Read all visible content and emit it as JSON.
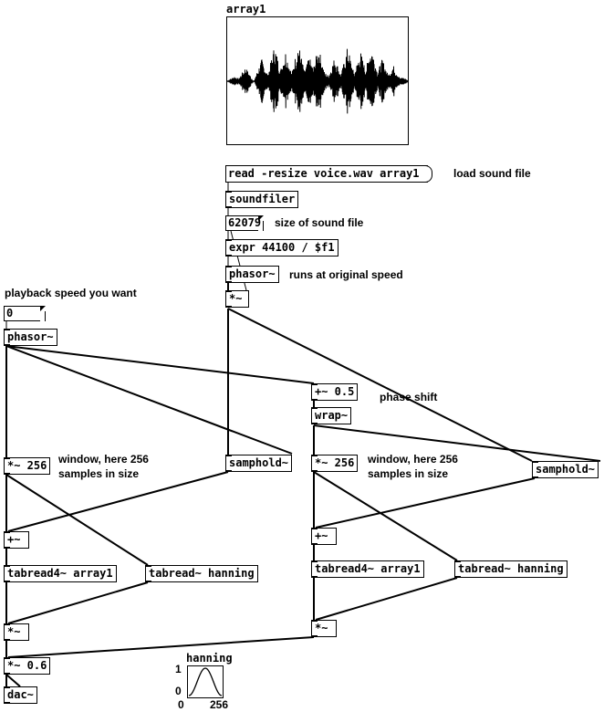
{
  "array1": {
    "name": "array1"
  },
  "hanning_graph": {
    "name": "hanning",
    "y_max": "1",
    "y_min": "0",
    "x_min": "0",
    "x_max": "256"
  },
  "objects": {
    "read_msg": "read -resize voice.wav array1",
    "soundfiler": "soundfiler",
    "size_num": "62079",
    "expr": "expr 44100 / $f1",
    "phasor_orig": "phasor~",
    "mul_orig": "*~",
    "speed_num": "0",
    "phasor_speed": "phasor~",
    "add_half": "+~ 0.5",
    "wrap": "wrap~",
    "mul256_left": "*~ 256",
    "samphold_left": "samphold~",
    "mul256_right": "*~ 256",
    "samphold_right": "samphold~",
    "plus_left": "+~",
    "plus_right": "+~",
    "tabread4_left": "tabread4~ array1",
    "tabread_han_left": "tabread~ hanning",
    "tabread4_right": "tabread4~ array1",
    "tabread_han_right": "tabread~ hanning",
    "mul_left": "*~",
    "mul_right": "*~",
    "mul_out": "*~ 0.6",
    "dac": "dac~"
  },
  "comments": {
    "load_sound": "load sound file",
    "size_sound": "size of sound file",
    "original_speed": "runs at original speed",
    "playback_speed": "playback speed you want",
    "phase_shift": "phase shift",
    "window_left_1": "window, here 256",
    "window_left_2": "samples in size",
    "window_right_1": "window, here 256",
    "window_right_2": "samples in size"
  }
}
